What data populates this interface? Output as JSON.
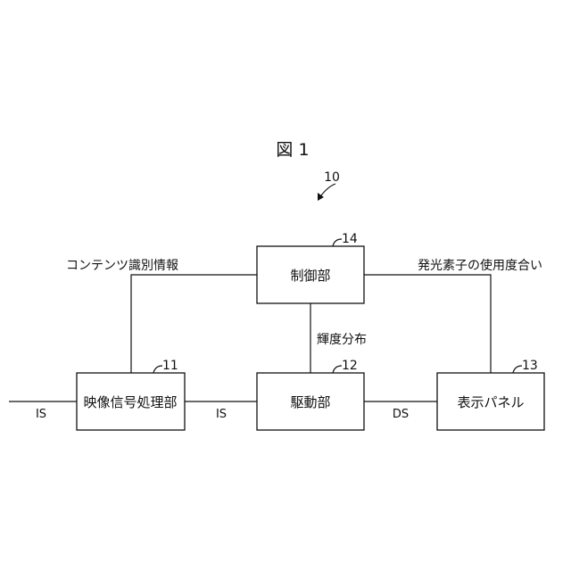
{
  "figure": {
    "title": "図 1",
    "system_ref": "10"
  },
  "blocks": {
    "controller": {
      "label": "制御部",
      "ref": "14"
    },
    "video_processor": {
      "label": "映像信号処理部",
      "ref": "11"
    },
    "driver": {
      "label": "駆動部",
      "ref": "12"
    },
    "display_panel": {
      "label": "表示パネル",
      "ref": "13"
    }
  },
  "signals": {
    "content_id": "コンテンツ識別情報",
    "usage_degree": "発光素子の使用度合い",
    "luminance_distribution": "輝度分布",
    "input_is": "IS",
    "mid_is": "IS",
    "ds": "DS"
  }
}
